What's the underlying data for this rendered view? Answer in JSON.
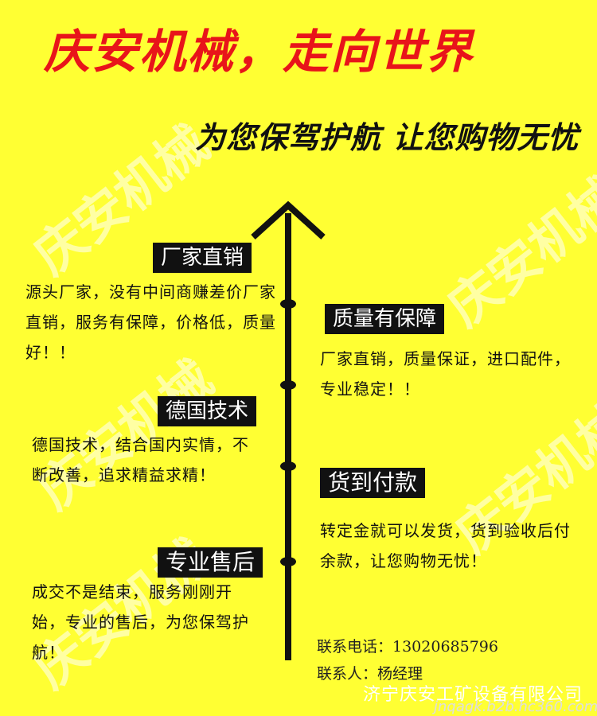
{
  "header": {
    "title": "庆安机械，走向世界",
    "subtitle": "为您保驾护航 让您购物无忧"
  },
  "watermark": "庆安机械",
  "sections": [
    {
      "tag": "厂家直销",
      "text": "源头厂家，没有中间商赚差价厂家直销，服务有保障，价格低，质量好！！"
    },
    {
      "tag": "质量有保障",
      "text": "厂家直销，质量保证，进口配件，专业稳定！！"
    },
    {
      "tag": "德国技术",
      "text": "德国技术，结合国内实情，不断改善，追求精益求精！"
    },
    {
      "tag": "货到付款",
      "text": "转定金就可以发货，货到验收后付余款，让您购物无忧！"
    },
    {
      "tag": "专业售后",
      "text": "成交不是结束，服务刚刚开始，专业的售后，为您保驾护航！"
    }
  ],
  "contact": {
    "phone": "联系电话：13020685796",
    "person": "联系人：杨经理"
  },
  "footer": {
    "company": "济宁庆安工矿设备有限公司",
    "site": "jnqagk.b2b.hc360.com"
  },
  "colors": {
    "background": "#ffff33",
    "title": "#e8141a"
  }
}
